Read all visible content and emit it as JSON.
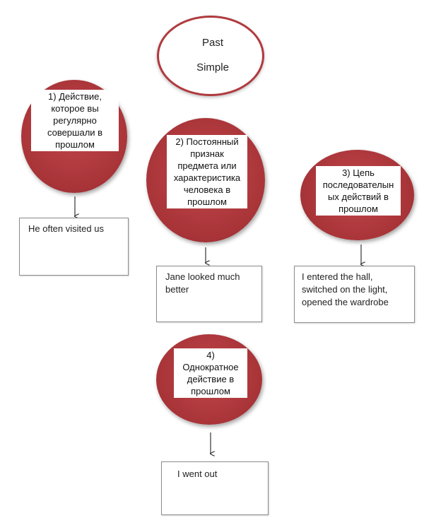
{
  "title": {
    "line1": "Past",
    "line2": "Simple"
  },
  "nodes": [
    {
      "id": "1",
      "label_lines": [
        "1) Действие,",
        "которое вы",
        "регулярно",
        "совершали в",
        "прошлом"
      ],
      "example_lines": [
        "He often visited us"
      ]
    },
    {
      "id": "2",
      "label_lines": [
        "2) Постоянный",
        "признак",
        "предмета или",
        "характеристика",
        "человека в",
        "прошлом"
      ],
      "example_lines": [
        "Jane looked much",
        "better"
      ]
    },
    {
      "id": "3",
      "label_lines": [
        "3) Цепь",
        "последователын",
        "ых действий в",
        "прошлом"
      ],
      "example_lines": [
        "I entered the hall,",
        "switched on the light,",
        "opened the wardrobe"
      ]
    },
    {
      "id": "4",
      "label_lines": [
        "4)",
        "Однократное",
        "действие в",
        "прошлом"
      ],
      "example_lines": [
        "I went out"
      ]
    }
  ],
  "colors": {
    "circle_fill": "#a83438",
    "title_border": "#b03a3e"
  }
}
